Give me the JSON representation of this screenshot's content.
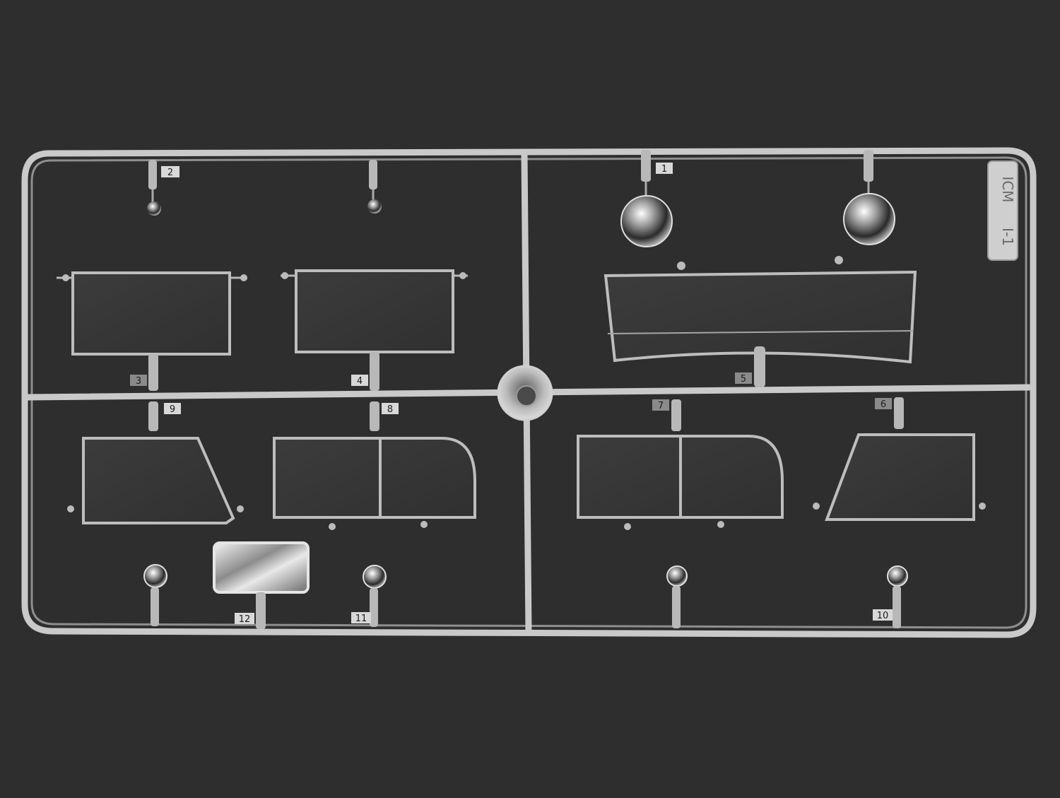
{
  "scene": {
    "background_color": "#2e2e2e",
    "sprue_color": "#c9c9c9",
    "part_fill_color": "#3a3a3a"
  },
  "sprue": {
    "logo_text": "ICM",
    "code_text": "I-1",
    "part_numbers": {
      "p1": "1",
      "p2": "2",
      "p3": "3",
      "p4": "4",
      "p5": "5",
      "p6": "6",
      "p7": "7",
      "p8": "8",
      "p9": "9",
      "p10": "10",
      "p11": "11",
      "p12": "12"
    }
  }
}
